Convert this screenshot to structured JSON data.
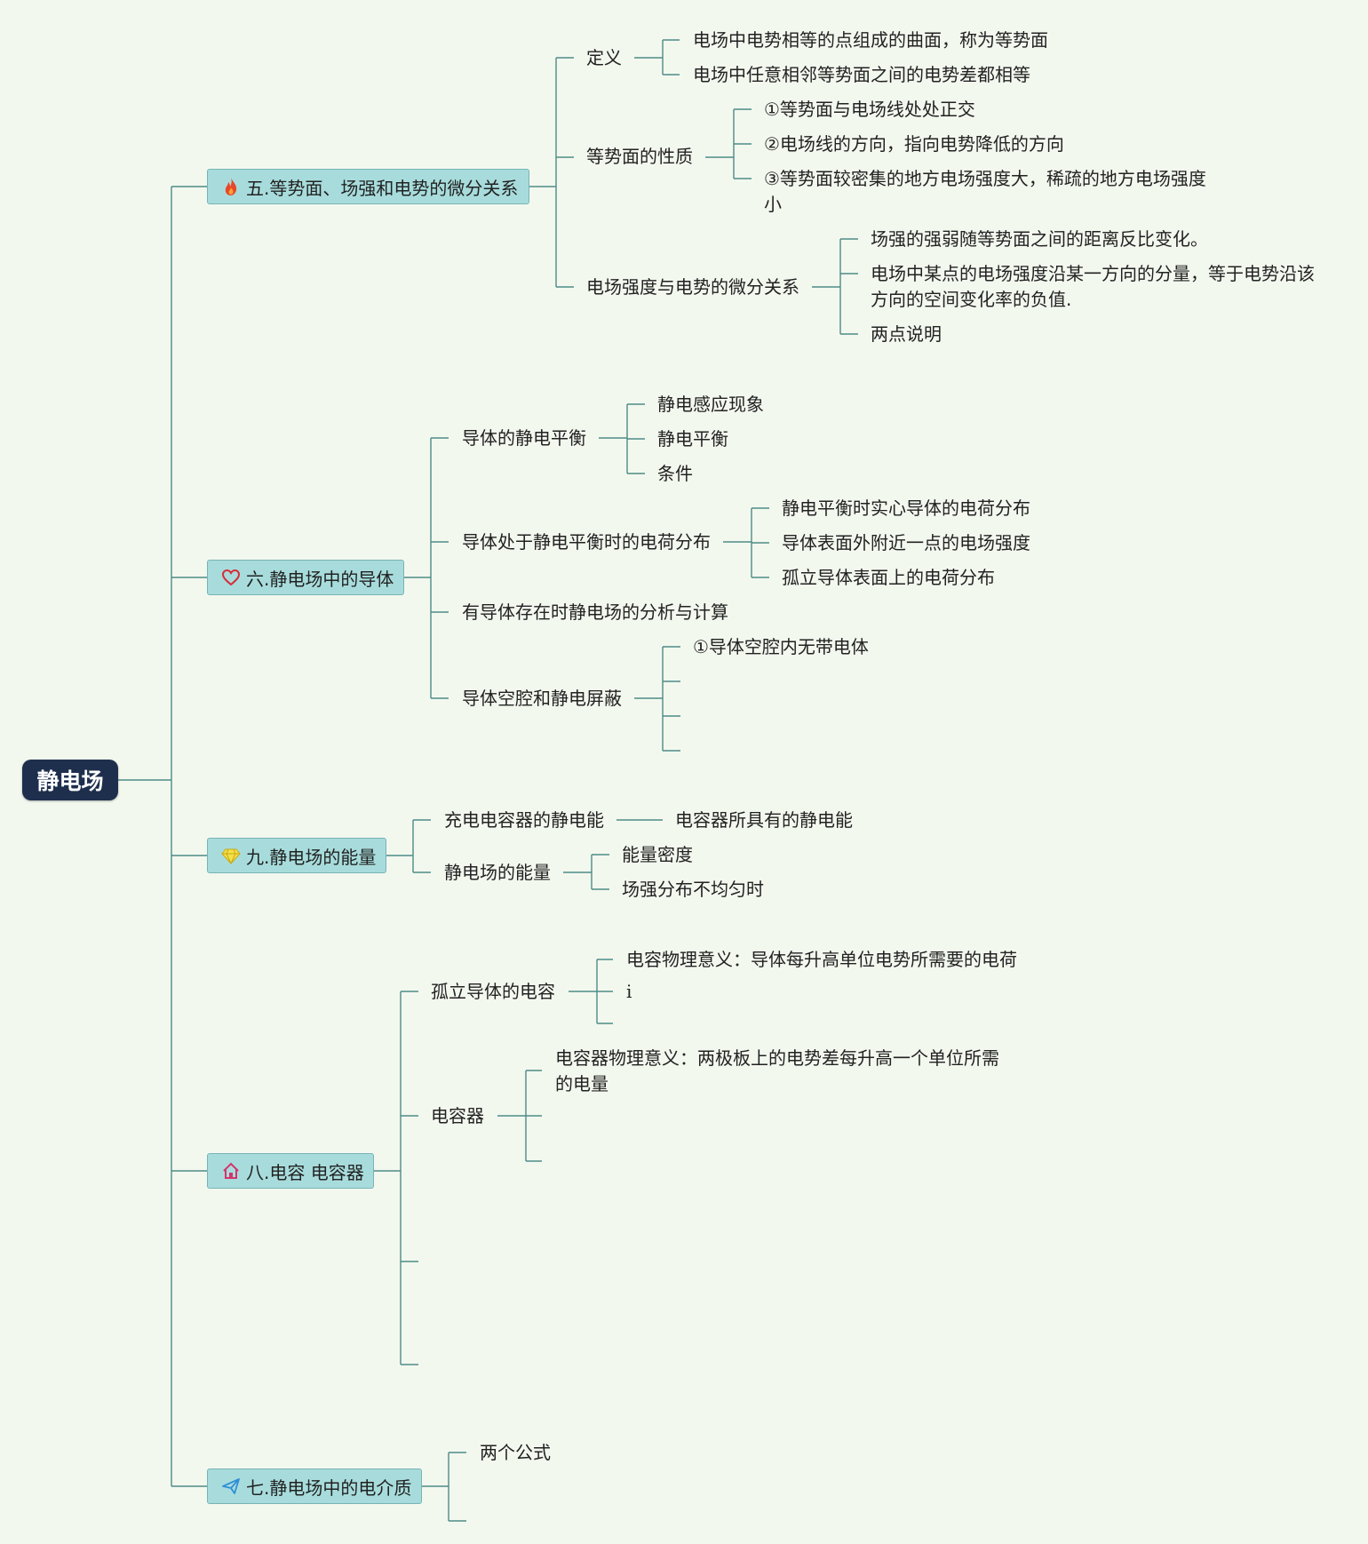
{
  "root": "静电场",
  "branches": {
    "b5": {
      "label": "五.等势面、场强和电势的微分关系",
      "icon": "fire-icon",
      "children": {
        "def": {
          "label": "定义",
          "items": [
            "电场中电势相等的点组成的曲面，称为等势面",
            "电场中任意相邻等势面之间的电势差都相等"
          ]
        },
        "props": {
          "label": "等势面的性质",
          "items": [
            "①等势面与电场线处处正交",
            "②电场线的方向，指向电势降低的方向",
            "③等势面较密集的地方电场强度大，稀疏的地方电场强度\n小"
          ]
        },
        "diff": {
          "label": "电场强度与电势的微分关系",
          "items": [
            "场强的强弱随等势面之间的距离反比变化。",
            "电场中某点的电场强度沿某一方向的分量，等于电势沿该\n方向的空间变化率的负值.",
            "两点说明"
          ]
        }
      }
    },
    "b6": {
      "label": "六.静电场中的导体",
      "icon": "heart-icon",
      "children": {
        "eq": {
          "label": "导体的静电平衡",
          "items": [
            "静电感应现象",
            "静电平衡",
            "条件"
          ]
        },
        "dist": {
          "label": "导体处于静电平衡时的电荷分布",
          "items": [
            "静电平衡时实心导体的电荷分布",
            "导体表面外附近一点的电场强度",
            "孤立导体表面上的电荷分布"
          ]
        },
        "calc": {
          "label": "有导体存在时静电场的分析与计算"
        },
        "cav": {
          "label": "导体空腔和静电屏蔽",
          "items": [
            "①导体空腔内无带电体"
          ]
        }
      }
    },
    "b9": {
      "label": "九.静电场的能量",
      "icon": "diamond-icon",
      "children": {
        "cap": {
          "label": "充电电容器的静电能",
          "items": [
            "电容器所具有的静电能"
          ]
        },
        "field": {
          "label": "静电场的能量",
          "items": [
            "能量密度",
            "场强分布不均匀时"
          ]
        }
      }
    },
    "b8": {
      "label": "八.电容 电容器",
      "icon": "home-icon",
      "children": {
        "iso": {
          "label": "孤立导体的电容",
          "items": [
            "电容物理意义：导体每升高单位电势所需要的电荷",
            "i"
          ]
        },
        "capr": {
          "label": "电容器",
          "items": [
            "电容器物理意义：两极板上的电势差每升高一个单位所需\n的电量"
          ]
        }
      }
    },
    "b7": {
      "label": "七.静电场中的电介质",
      "icon": "send-icon",
      "children": {
        "f": {
          "label": "两个公式"
        }
      }
    }
  },
  "colors": {
    "line": "#4d8c86",
    "branch_fill": "#a8dcdc",
    "root_fill": "#1e2f4d",
    "background": "#f3f8ef"
  }
}
